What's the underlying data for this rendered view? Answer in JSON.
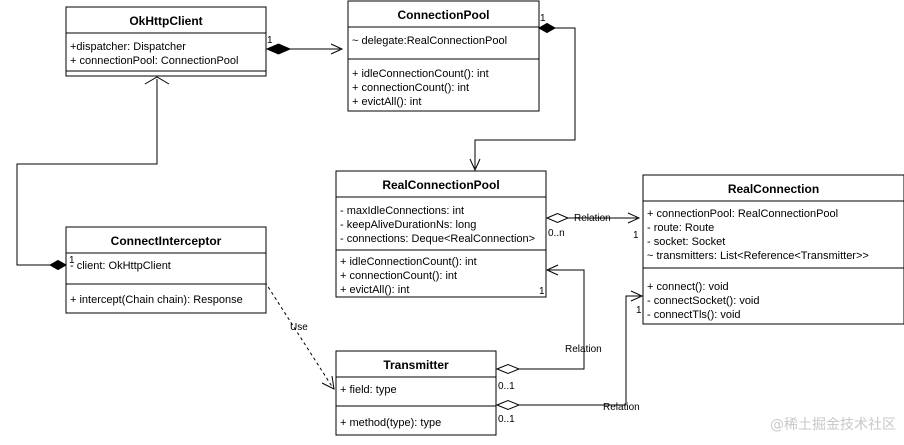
{
  "diagram": {
    "classes": [
      {
        "id": "okhttpclient",
        "title": "OkHttpClient",
        "attributes": [
          "+dispatcher: Dispatcher",
          "+ connectionPool: ConnectionPool"
        ],
        "methods": []
      },
      {
        "id": "connectionpool",
        "title": "ConnectionPool",
        "attributes": [
          "~ delegate:RealConnectionPool"
        ],
        "methods": [
          "+ idleConnectionCount(): int",
          "+ connectionCount(): int",
          "+ evictAll(): int"
        ]
      },
      {
        "id": "realconnectionpool",
        "title": "RealConnectionPool",
        "attributes": [
          "- maxIdleConnections: int",
          "- keepAliveDurationNs: long",
          "- connections: Deque<RealConnection>"
        ],
        "methods": [
          "+ idleConnectionCount(): int",
          "+ connectionCount(): int",
          "+ evictAll(): int"
        ]
      },
      {
        "id": "realconnection",
        "title": "RealConnection",
        "attributes": [
          "+ connectionPool: RealConnectionPool",
          "- route: Route",
          "- socket: Socket",
          "~ transmitters: List<Reference<Transmitter>>"
        ],
        "methods": [
          "+ connect(): void",
          "- connectSocket(): void",
          "- connectTls(): void"
        ]
      },
      {
        "id": "connectinterceptor",
        "title": "ConnectInterceptor",
        "attributes": [
          "- client: OkHttpClient"
        ],
        "methods": [
          "+ intercept(Chain chain): Response"
        ]
      },
      {
        "id": "transmitter",
        "title": "Transmitter",
        "attributes": [
          "+ field: type"
        ],
        "methods": [
          "+ method(type): type"
        ]
      }
    ],
    "labels": [
      {
        "id": "m-client-pool",
        "text": "1"
      },
      {
        "id": "m-pool-top",
        "text": "1"
      },
      {
        "id": "m-interceptor",
        "text": "1"
      },
      {
        "id": "m-rcp-0n",
        "text": "0..n"
      },
      {
        "id": "m-rc-1a",
        "text": "1"
      },
      {
        "id": "m-rcp-1",
        "text": "1"
      },
      {
        "id": "m-rc-1b",
        "text": "1"
      },
      {
        "id": "m-tr-01a",
        "text": "0..1"
      },
      {
        "id": "m-tr-01b",
        "text": "0..1"
      },
      {
        "id": "rel-1",
        "text": "Relation"
      },
      {
        "id": "rel-2",
        "text": "Relation"
      },
      {
        "id": "rel-3",
        "text": "Relation"
      },
      {
        "id": "use",
        "text": "Use"
      }
    ]
  },
  "watermark": "@稀土掘金技术社区"
}
